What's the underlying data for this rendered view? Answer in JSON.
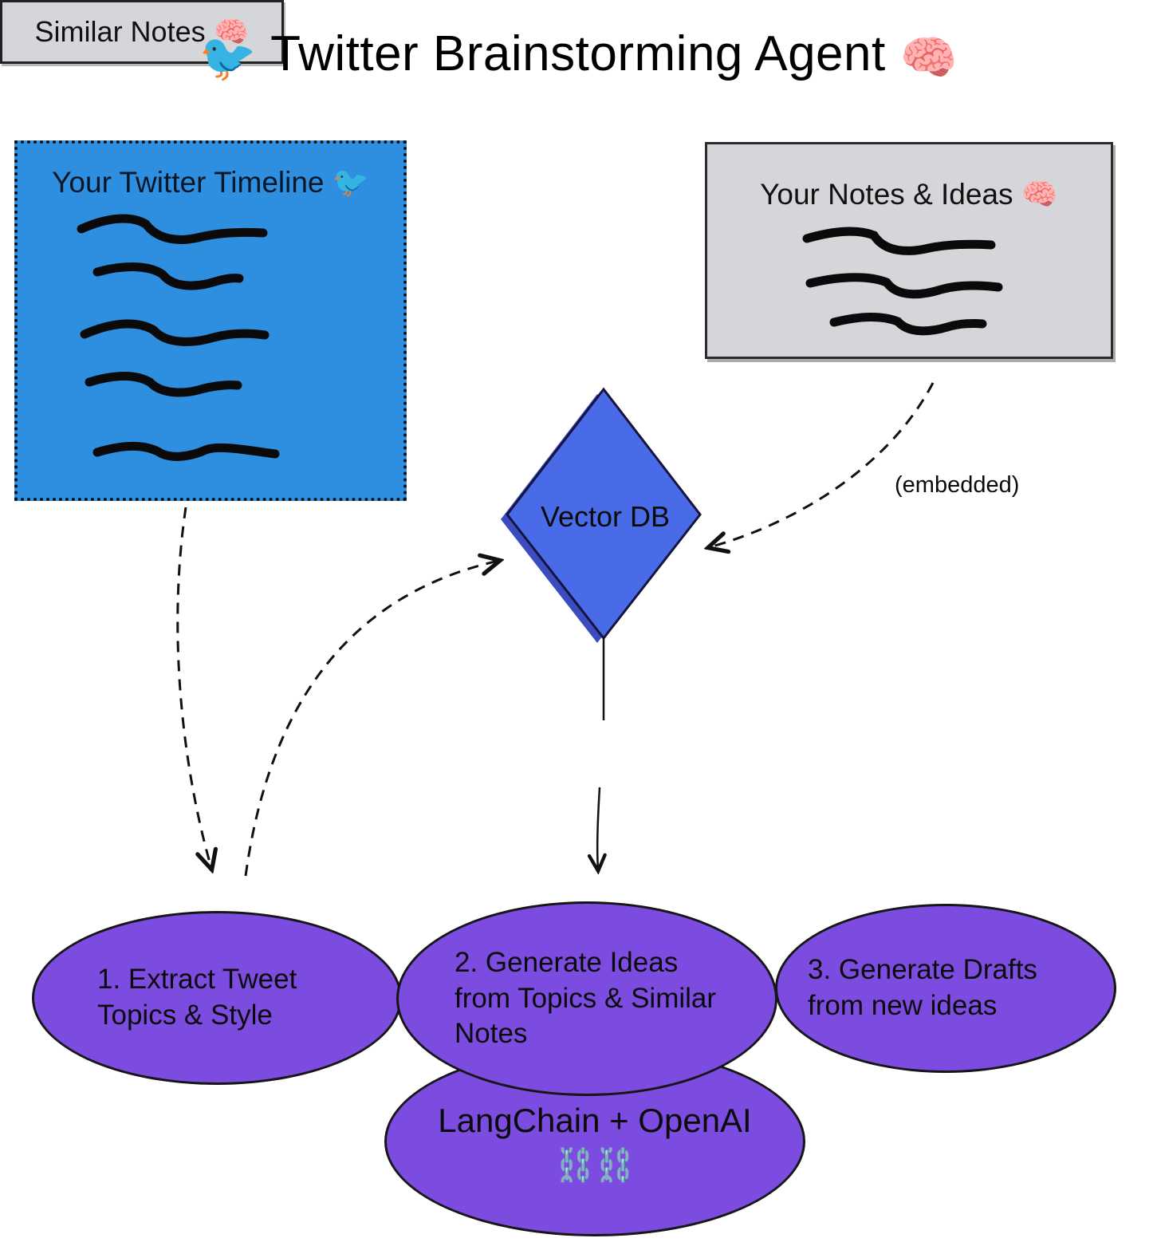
{
  "title": {
    "bird_icon": "🐦",
    "text": "Twitter Brainstorming Agent",
    "brain_icon": "🧠"
  },
  "boxes": {
    "twitter_timeline": {
      "label": "Your Twitter Timeline",
      "icon": "🐦"
    },
    "notes_ideas": {
      "label": "Your Notes & Ideas",
      "icon": "🧠"
    },
    "similar_notes": {
      "label": "Similar Notes",
      "icon": "🧠"
    }
  },
  "diamond": {
    "label": "Vector DB"
  },
  "annotations": {
    "embedded": "(embedded)"
  },
  "ellipses": [
    {
      "label": "1. Extract Tweet Topics & Style"
    },
    {
      "label": "2. Generate Ideas from Topics & Similar Notes"
    },
    {
      "label": "3. Generate Drafts from new ideas"
    },
    {
      "label": "LangChain + OpenAI",
      "icon": "⛓️⛓️"
    }
  ],
  "colors": {
    "background": "#FFFFFF",
    "twitter_box": "#2E8FE0",
    "notes_box": "#D4D6D9",
    "diamond": "#4A6BE8",
    "diamond_shadow": "#3A4CBF",
    "process_ellipse": "#7C4BE0",
    "line": "#111111"
  }
}
